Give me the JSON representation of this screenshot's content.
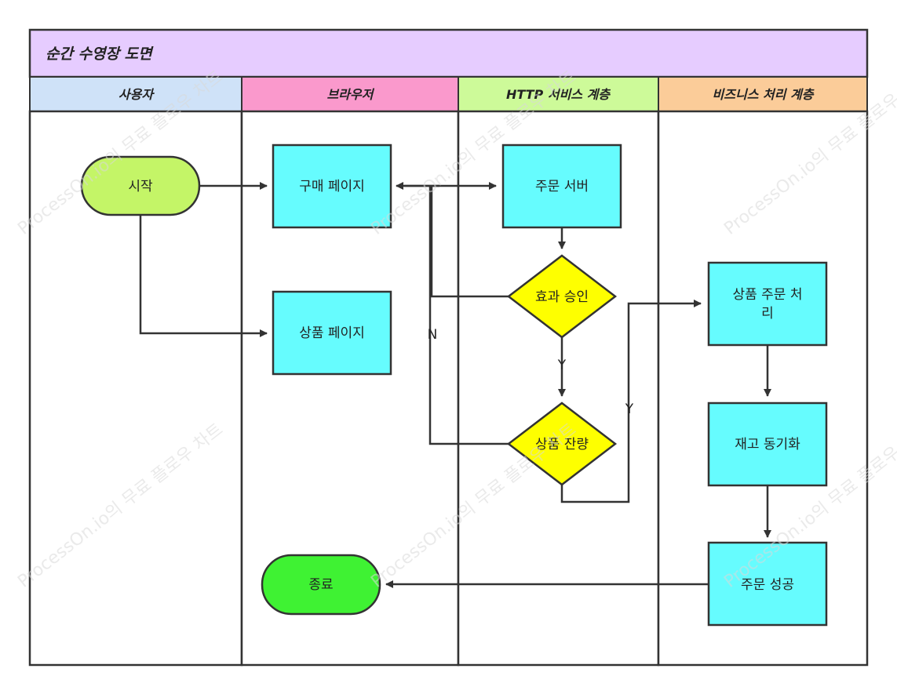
{
  "title": "순간 수영장 도면",
  "lanes": [
    {
      "id": "user",
      "label": "사용자",
      "color": "#cfe2f8"
    },
    {
      "id": "browser",
      "label": "브라우저",
      "color": "#fa99cc"
    },
    {
      "id": "http",
      "label": "HTTP 서비스 계층",
      "color": "#cdfa99"
    },
    {
      "id": "biz",
      "label": "비즈니스 처리 계층",
      "color": "#fbcc99"
    }
  ],
  "colors": {
    "title_bg": "#e6ccff",
    "terminal_start": "#c4f567",
    "terminal_end": "#3ff233",
    "process": "#66fcfe",
    "decision": "#feff00",
    "border": "#333333"
  },
  "nodes": {
    "start": "시작",
    "purchase_page": "구매 페이지",
    "product_page": "상품 페이지",
    "end": "종료",
    "order_server": "주문 서버",
    "validity_check": "효과 승인",
    "stock_check": "상품 잔량",
    "order_process_line1": "상품 주문 처",
    "order_process_line2": "리",
    "inventory_sync": "재고 동기화",
    "order_success": "주문 성공"
  },
  "edge_labels": {
    "no": "N",
    "yes_validity": "Y",
    "yes_stock": "Y"
  },
  "watermark": "ProcessOn.io의 무료 플로우 차트"
}
